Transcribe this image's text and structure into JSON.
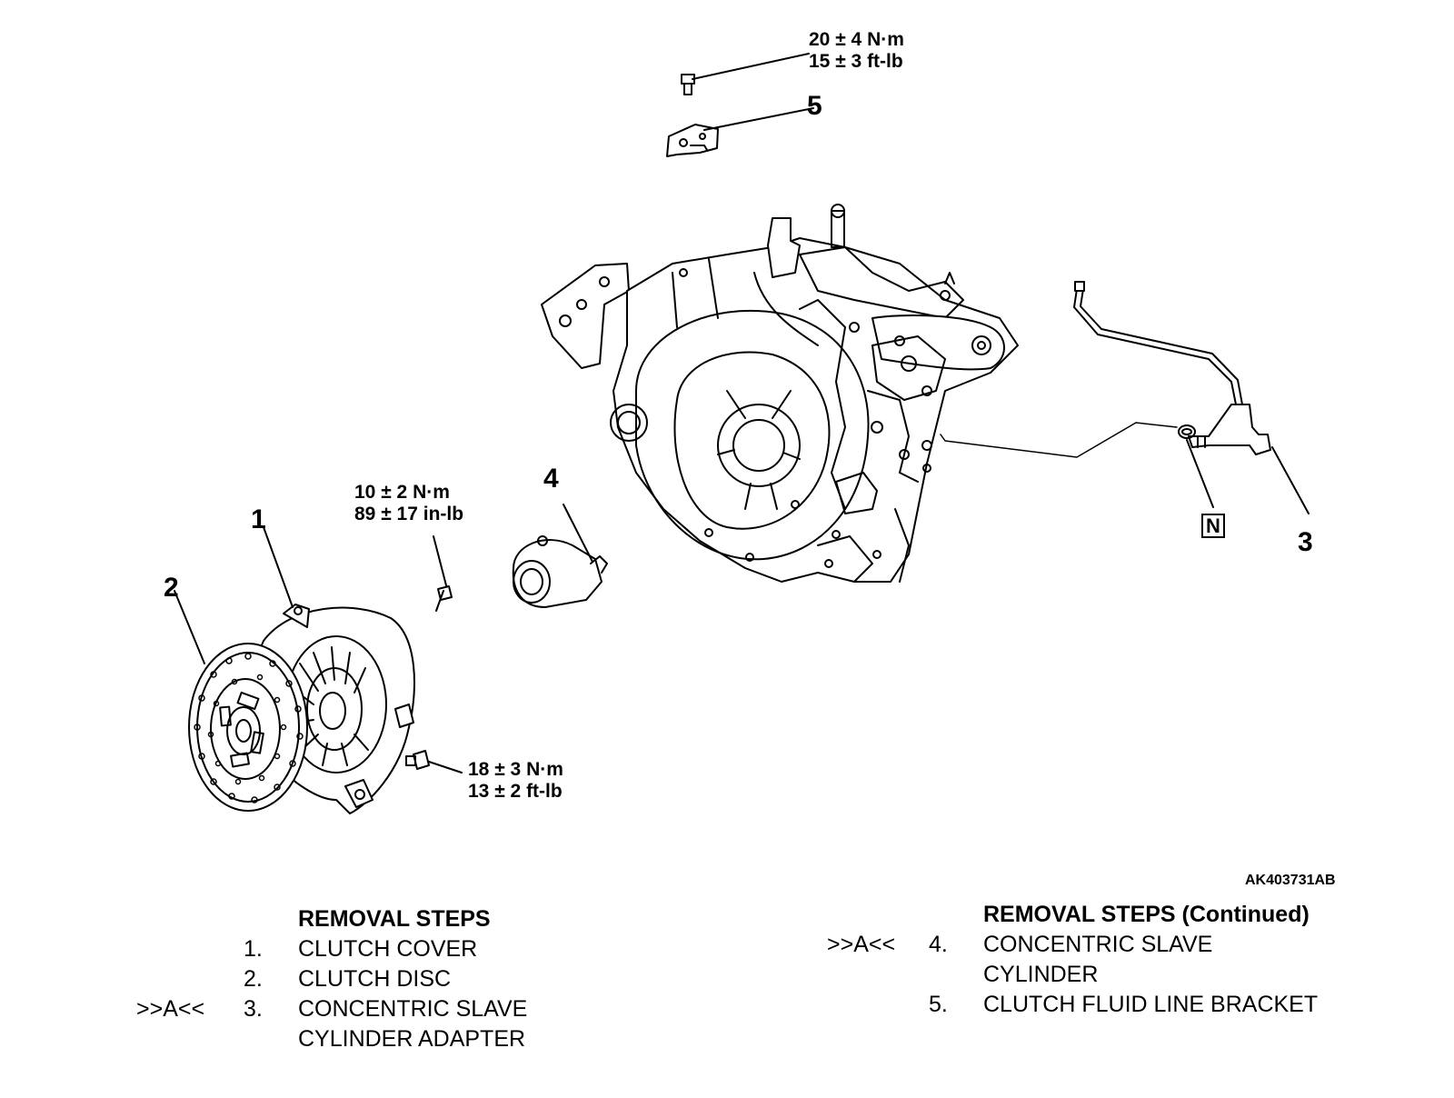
{
  "diagram": {
    "callouts": {
      "c1": "1",
      "c2": "2",
      "c3": "3",
      "c4": "4",
      "c5": "5",
      "n_mark": "N"
    },
    "torques": {
      "bracket_bolt": {
        "metric": "20 ± 4 N·m",
        "imperial": "15 ± 3 ft-lb"
      },
      "slave_bolt": {
        "metric": "10 ± 2 N·m",
        "imperial": "89 ± 17 in-lb"
      },
      "cover_bolt": {
        "metric": "18 ± 3 N·m",
        "imperial": "13 ± 2 ft-lb"
      }
    },
    "figure_code": "AK403731AB"
  },
  "removal_steps": {
    "left": {
      "title": "REMOVAL STEPS",
      "items": [
        {
          "mark": "",
          "num": "1.",
          "text": "CLUTCH COVER"
        },
        {
          "mark": "",
          "num": "2.",
          "text": "CLUTCH DISC"
        },
        {
          "mark": ">>A<<",
          "num": "3.",
          "text": "CONCENTRIC SLAVE"
        },
        {
          "mark": "",
          "num": "",
          "text": "CYLINDER ADAPTER"
        }
      ]
    },
    "right": {
      "title": "REMOVAL STEPS (Continued)",
      "items": [
        {
          "mark": ">>A<<",
          "num": "4.",
          "text": "CONCENTRIC SLAVE"
        },
        {
          "mark": "",
          "num": "",
          "text": "CYLINDER"
        },
        {
          "mark": "",
          "num": "5.",
          "text": "CLUTCH FLUID LINE BRACKET"
        }
      ]
    }
  }
}
